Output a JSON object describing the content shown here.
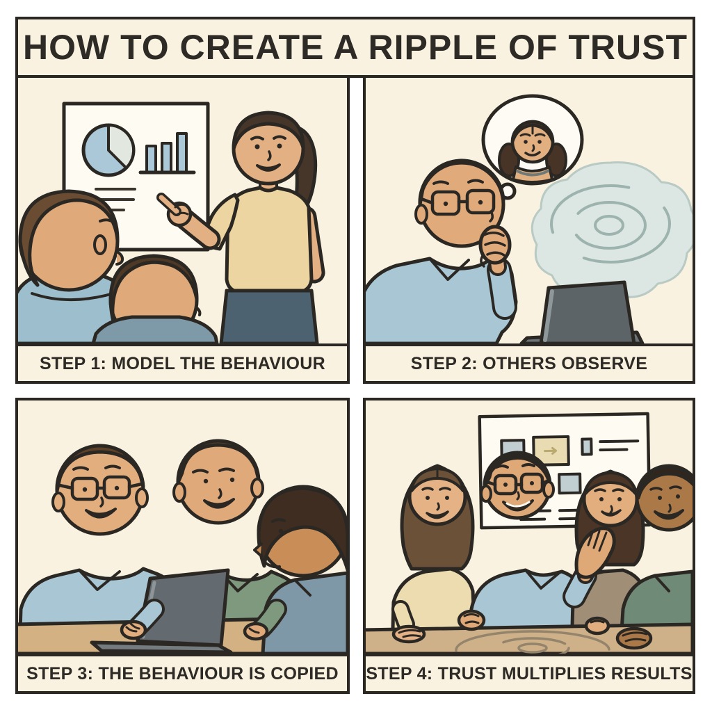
{
  "poster": {
    "title": "HOW TO CREATE A RIPPLE OF TRUST",
    "panels": [
      {
        "step": "1",
        "caption": "STEP 1: MODEL THE BEHAVIOUR",
        "scene": "presenter pointing at chart board while two colleagues watch"
      },
      {
        "step": "2",
        "caption": "STEP 2: OTHERS OBSERVE",
        "scene": "man at laptop thinking of the presenter, ripple forming"
      },
      {
        "step": "3",
        "caption": "STEP 3: THE BEHAVIOUR IS COPIED",
        "scene": "three colleagues collaborating around a laptop"
      },
      {
        "step": "4",
        "caption": "STEP 4: TRUST MULTIPLIES RESULTS",
        "scene": "four teammates discussing at a table with ripple, board of notes behind"
      }
    ],
    "colors": {
      "page_margin": "#ffffff",
      "panel_cream": "#f9f2e0",
      "ink_outline": "#2b2824",
      "caption_text": "#2e2b26",
      "skin_light": "#e3b083",
      "skin_medium": "#c98e58",
      "skin_deep": "#ab7948",
      "shirt_blue": "#a9c6d4",
      "shirt_slate": "#7e98a7",
      "shirt_green": "#7f997f",
      "shirt_tan": "#ecd5a0",
      "top_cream": "#ecdcb0",
      "top_taupe": "#a08e77",
      "skirt_slate": "#4c6270",
      "table_wood": "#d3b183",
      "chart_blue": "#abc8d9",
      "ripple_fill": "#dce6e3",
      "ripple_ring": "#9db3ae",
      "laptop_gray": "#5d6468",
      "board_white": "#fdfbf2"
    }
  }
}
